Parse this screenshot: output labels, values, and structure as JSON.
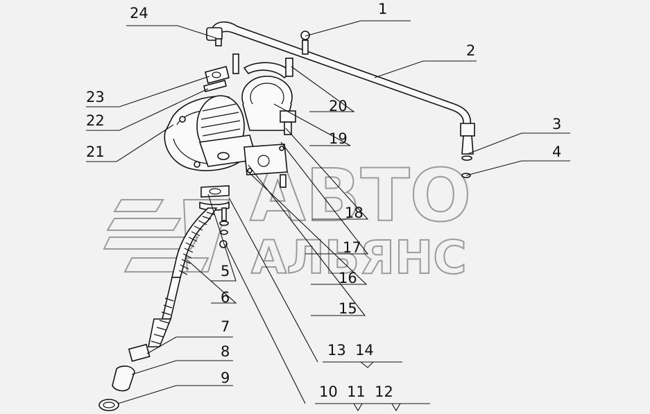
{
  "labels": {
    "l1": "1",
    "l2": "2",
    "l3": "3",
    "l4": "4",
    "l5": "5",
    "l6": "6",
    "l7": "7",
    "l8": "8",
    "l9": "9",
    "l10_11_12": "10  11  12",
    "l13_14": "13  14",
    "l15": "15",
    "l16": "16",
    "l17": "17",
    "l18": "18",
    "l19": "19",
    "l20": "20",
    "l21": "21",
    "l22": "22",
    "l23": "23",
    "l24": "24"
  },
  "watermark": {
    "line1": "АВТО",
    "line2": "АЛЬЯНС"
  },
  "colors": {
    "ink": "#111111",
    "watermark": "#9a9a9a",
    "background": "#f2f2f2"
  }
}
